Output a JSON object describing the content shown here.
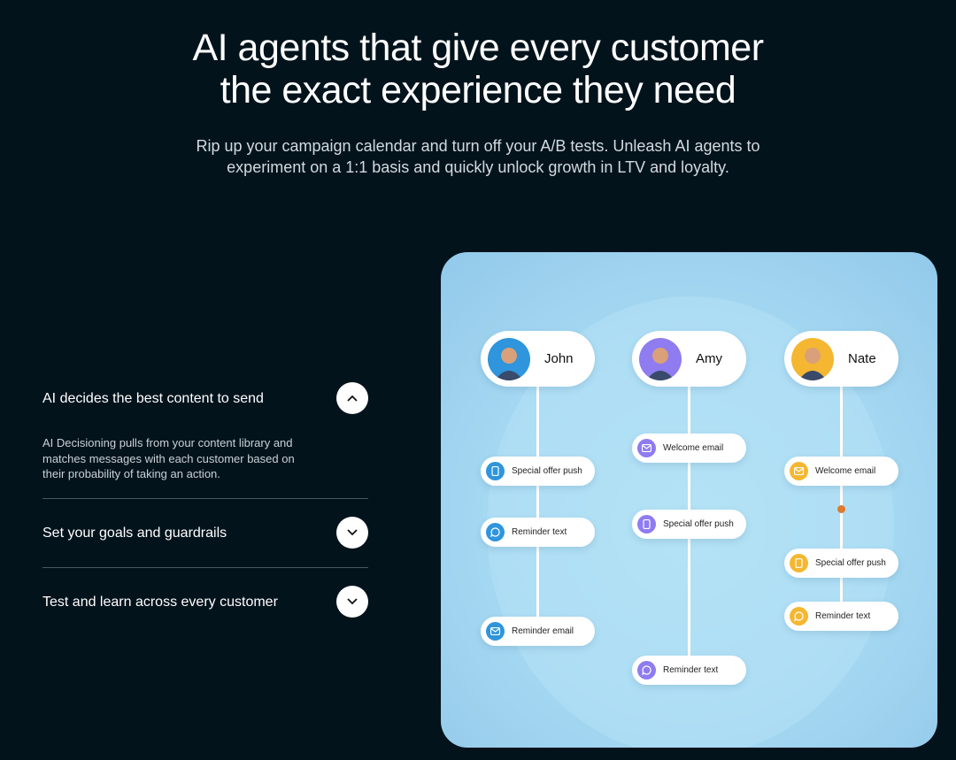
{
  "hero": {
    "title_line1": "AI agents that give every customer",
    "title_line2": "the exact experience they need",
    "subtitle_line1": "Rip up your campaign calendar and turn off your A/B tests. Unleash AI agents to",
    "subtitle_line2": "experiment on a 1:1 basis and quickly unlock growth in LTV and loyalty."
  },
  "accordion": [
    {
      "title": "AI decides the best content to send",
      "expanded": true,
      "description": "AI Decisioning pulls from your content library and matches messages with each customer based on their probability of taking an action."
    },
    {
      "title": "Set your goals and guardrails",
      "expanded": false
    },
    {
      "title": "Test and learn across every customer",
      "expanded": false
    }
  ],
  "customers": [
    {
      "name": "John",
      "color": "#2f95dc",
      "messages": [
        {
          "label": "Special offer push",
          "icon": "phone-icon"
        },
        {
          "label": "Reminder text",
          "icon": "chat-icon"
        },
        {
          "label": "Reminder email",
          "icon": "mail-icon"
        }
      ]
    },
    {
      "name": "Amy",
      "color": "#8e7cf0",
      "messages": [
        {
          "label": "Welcome email",
          "icon": "mail-icon"
        },
        {
          "label": "Special offer push",
          "icon": "phone-icon"
        },
        {
          "label": "Reminder text",
          "icon": "chat-icon"
        }
      ]
    },
    {
      "name": "Nate",
      "color": "#f5b731",
      "messages": [
        {
          "label": "Welcome email",
          "icon": "mail-icon"
        },
        {
          "label": "Special offer push",
          "icon": "phone-icon"
        },
        {
          "label": "Reminder text",
          "icon": "chat-icon"
        }
      ]
    }
  ]
}
